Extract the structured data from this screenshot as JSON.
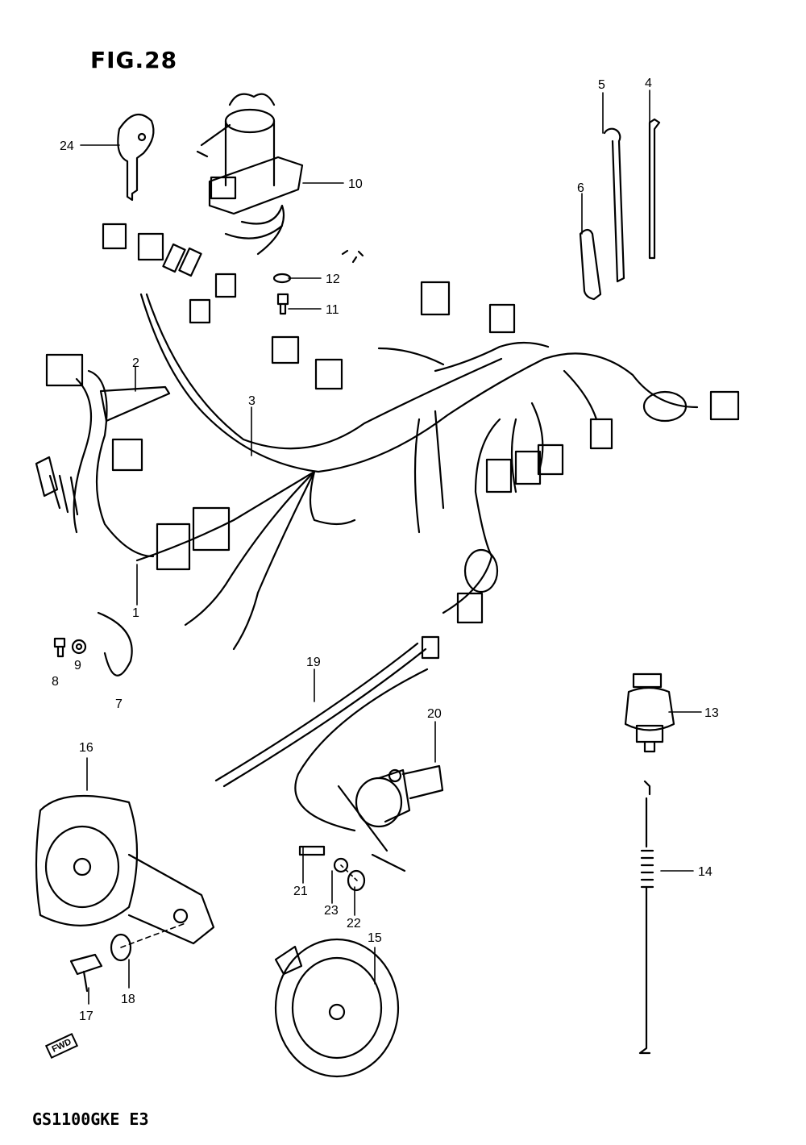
{
  "figure": {
    "title": "FIG.28",
    "model": "GS1100GKE E3",
    "direction_mark": "FWD"
  },
  "callouts": [
    {
      "id": "1",
      "label": "1"
    },
    {
      "id": "2",
      "label": "2"
    },
    {
      "id": "3",
      "label": "3"
    },
    {
      "id": "4",
      "label": "4"
    },
    {
      "id": "5",
      "label": "5"
    },
    {
      "id": "6",
      "label": "6"
    },
    {
      "id": "7",
      "label": "7"
    },
    {
      "id": "8",
      "label": "8"
    },
    {
      "id": "9",
      "label": "9"
    },
    {
      "id": "10",
      "label": "10"
    },
    {
      "id": "11",
      "label": "11"
    },
    {
      "id": "12",
      "label": "12"
    },
    {
      "id": "13",
      "label": "13"
    },
    {
      "id": "14",
      "label": "14"
    },
    {
      "id": "15",
      "label": "15"
    },
    {
      "id": "16",
      "label": "16"
    },
    {
      "id": "17",
      "label": "17"
    },
    {
      "id": "18",
      "label": "18"
    },
    {
      "id": "19",
      "label": "19"
    },
    {
      "id": "20",
      "label": "20"
    },
    {
      "id": "21",
      "label": "21"
    },
    {
      "id": "22",
      "label": "22"
    },
    {
      "id": "23",
      "label": "23"
    },
    {
      "id": "24",
      "label": "24"
    }
  ]
}
